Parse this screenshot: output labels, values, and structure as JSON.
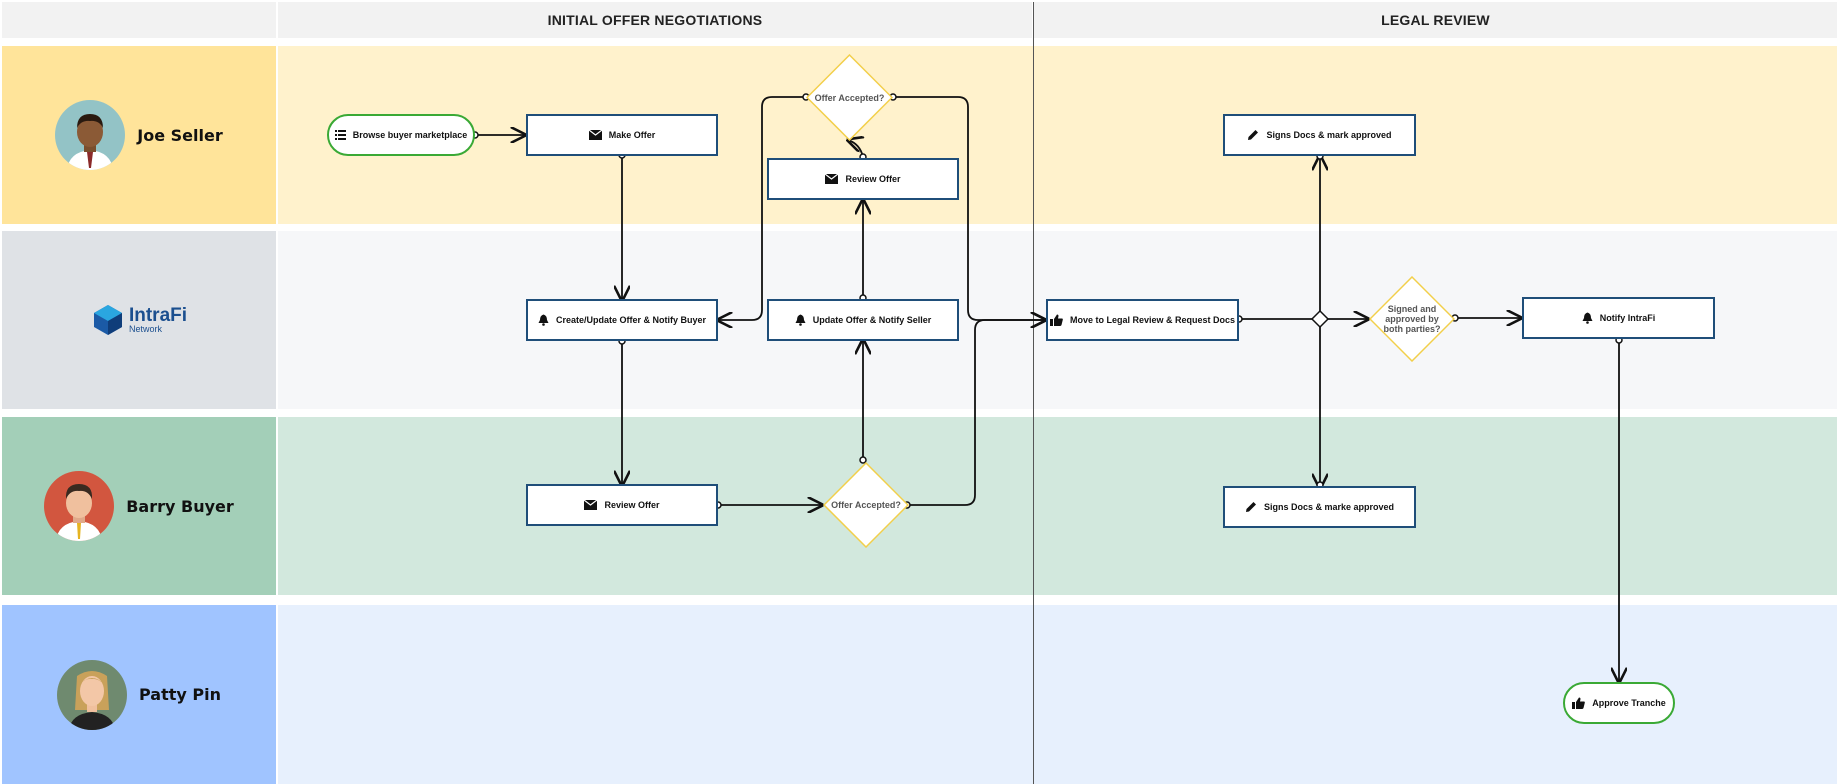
{
  "phases": [
    {
      "label": "INITIAL OFFER NEGOTIATIONS"
    },
    {
      "label": "LEGAL REVIEW"
    }
  ],
  "lanes": [
    {
      "name": "Joe Seller",
      "avatar_icon": "man-dark-skin-avatar-icon"
    },
    {
      "name": "IntraFi",
      "sub": "Network",
      "logo_icon": "intrafi-logo-icon"
    },
    {
      "name": "Barry Buyer",
      "avatar_icon": "man-light-skin-avatar-icon"
    },
    {
      "name": "Patty Pin",
      "avatar_icon": "woman-avatar-icon"
    }
  ],
  "nodes": {
    "browse": {
      "label": "Browse buyer marketplace",
      "icon": "list-icon"
    },
    "make_offer": {
      "label": "Make Offer",
      "icon": "envelope-icon"
    },
    "offer_accepted_seller": {
      "label": "Offer Accepted?"
    },
    "review_offer_seller": {
      "label": "Review Offer",
      "icon": "envelope-icon"
    },
    "create_update": {
      "label": "Create/Update Offer & Notify Buyer",
      "icon": "bell-icon"
    },
    "update_notify_seller": {
      "label": "Update Offer & Notify Seller",
      "icon": "bell-icon"
    },
    "review_offer_buyer": {
      "label": "Review Offer",
      "icon": "envelope-icon"
    },
    "offer_accepted_buyer": {
      "label": "Offer Accepted?"
    },
    "move_legal": {
      "label": "Move to Legal Review & Request Docs",
      "icon": "thumbs-up-icon"
    },
    "signs_seller": {
      "label": "Signs Docs & mark approved",
      "icon": "pencil-icon"
    },
    "signs_buyer": {
      "label": "Signs Docs & marke approved",
      "icon": "pencil-icon"
    },
    "signed_both": {
      "line1": "Signed and",
      "line2": "approved by",
      "line3": "both parties?"
    },
    "notify_intrafi": {
      "label": "Notify IntraFi",
      "icon": "bell-icon"
    },
    "approve_tranche": {
      "label": "Approve Tranche",
      "icon": "thumbs-up-icon"
    }
  },
  "colors": {
    "lane1_label": "#ffe49a",
    "lane1_bg": "#fff2cc",
    "lane2_label": "#dfe2e6",
    "lane2_bg": "#f6f7f9",
    "lane3_label": "#a3cfb8",
    "lane3_bg": "#d2e8dd",
    "lane4_label": "#a0c4ff",
    "lane4_bg": "#e7f0fd",
    "node_border": "#1f4e79",
    "pill_border": "#3aa935",
    "diamond_border": "#f2cf4a"
  }
}
